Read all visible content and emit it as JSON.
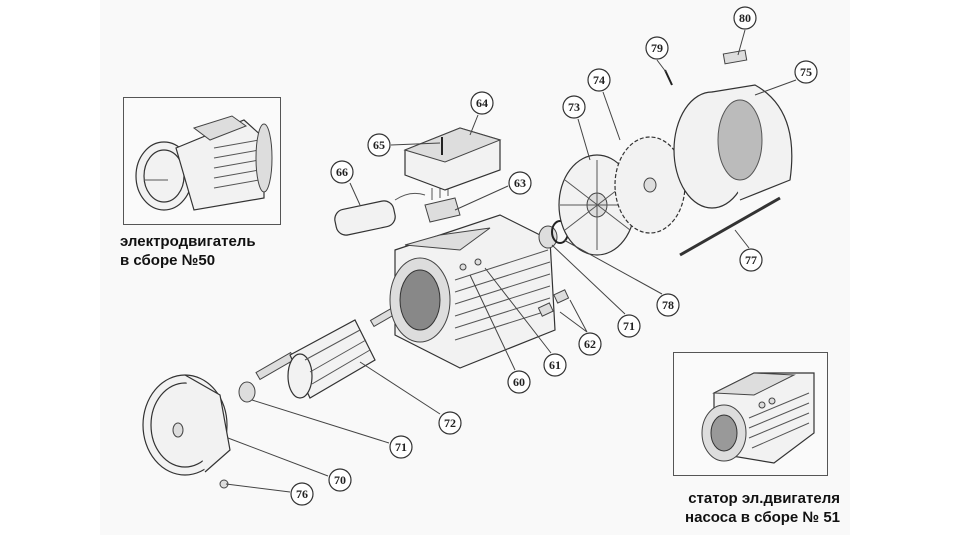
{
  "insets": {
    "motor_assembly": {
      "caption_line1": "электродвигатель",
      "caption_line2": "в сборе №50"
    },
    "stator_assembly": {
      "caption_line1": "статор эл.двигателя",
      "caption_line2": "насоса в сборе № 51"
    }
  },
  "callouts": {
    "p80": "80",
    "p79": "79",
    "p74": "74",
    "p75": "75",
    "p73": "73",
    "p64": "64",
    "p65": "65",
    "p66": "66",
    "p63": "63",
    "p77": "77",
    "p78": "78",
    "p71a": "71",
    "p62": "62",
    "p61": "61",
    "p60": "60",
    "p72": "72",
    "p71b": "71",
    "p70": "70",
    "p76": "76"
  }
}
